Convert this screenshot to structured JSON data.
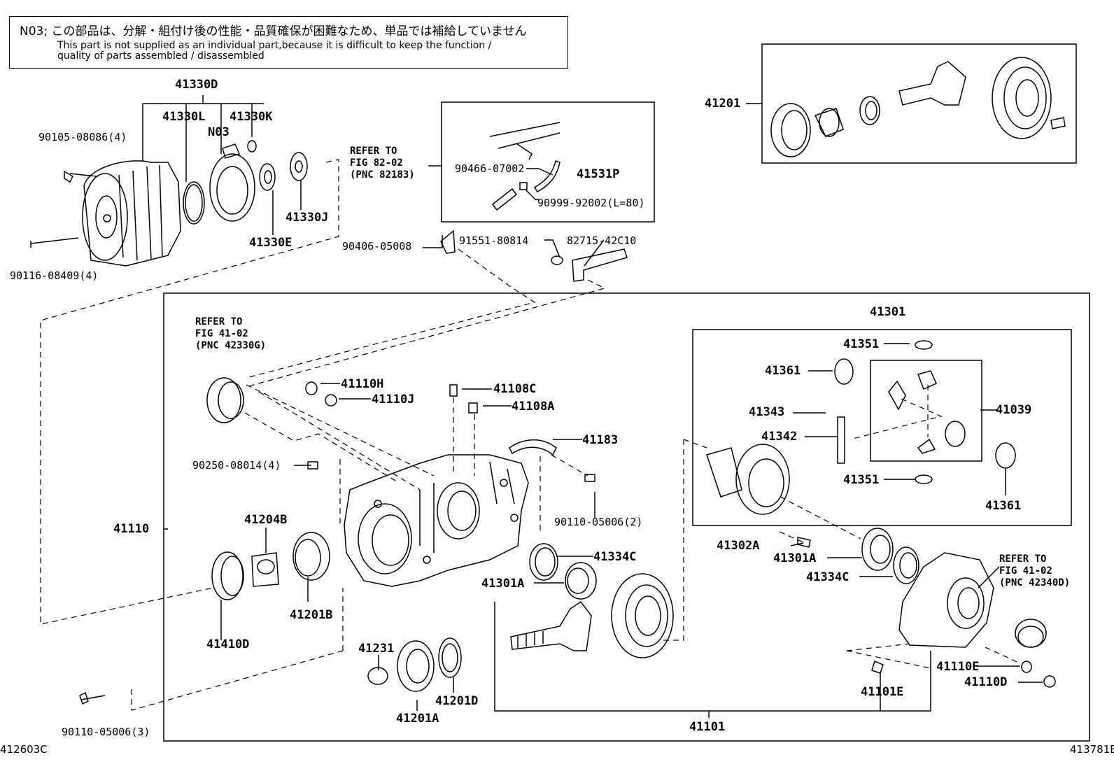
{
  "note": {
    "code": "N03",
    "jp": "この部品は、分解・組付け後の性能・品質確保が困難なため、単品では補給していません",
    "en_line1": "This part is not supplied as an individual part,because it is difficult to keep the function /",
    "en_line2": "quality of parts assembled / disassembled"
  },
  "parts": {
    "p41330D": "41330D",
    "p41330L": "41330L",
    "p41330K": "41330K",
    "pN03": "N03",
    "p90105": "90105-08086(4)",
    "p90116": "90116-08409(4)",
    "p41330J": "41330J",
    "p41330E": "41330E",
    "p90466": "90466-07002",
    "p41531P": "41531P",
    "p90999": "90999-92002(L=80)",
    "p90406": "90406-05008",
    "p91551": "91551-80814",
    "p82715": "82715-42C10",
    "p41201": "41201",
    "p41301": "41301",
    "p41351a": "41351",
    "p41361a": "41361",
    "p41343": "41343",
    "p41342": "41342",
    "p41039": "41039",
    "p41351b": "41351",
    "p41361b": "41361",
    "p41110H": "41110H",
    "p41110J": "41110J",
    "p41108C": "41108C",
    "p41108A": "41108A",
    "p41183": "41183",
    "p90250": "90250-08014(4)",
    "p90110a": "90110-05006(2)",
    "p41110": "41110",
    "p41204B": "41204B",
    "p41410D": "41410D",
    "p41201B": "41201B",
    "p41334Ca": "41334C",
    "p41301Aa": "41301A",
    "p41302A": "41302A",
    "p41301Ab": "41301A",
    "p41334Cb": "41334C",
    "p41231": "41231",
    "p41201A": "41201A",
    "p41201D": "41201D",
    "p41101E": "41101E",
    "p41110E": "41110E",
    "p41110D": "41110D",
    "p41101": "41101",
    "p90110b": "90110-05006(3)"
  },
  "refs": {
    "r1": [
      "REFER TO",
      "FIG 82-02",
      "(PNC 82183)"
    ],
    "r2": [
      "REFER TO",
      "FIG 41-02",
      "(PNC 42330G)"
    ],
    "r3": [
      "REFER TO",
      "FIG 41-02",
      "(PNC 42340D)"
    ]
  },
  "codes": {
    "left": "412603C",
    "right": "413781B"
  }
}
